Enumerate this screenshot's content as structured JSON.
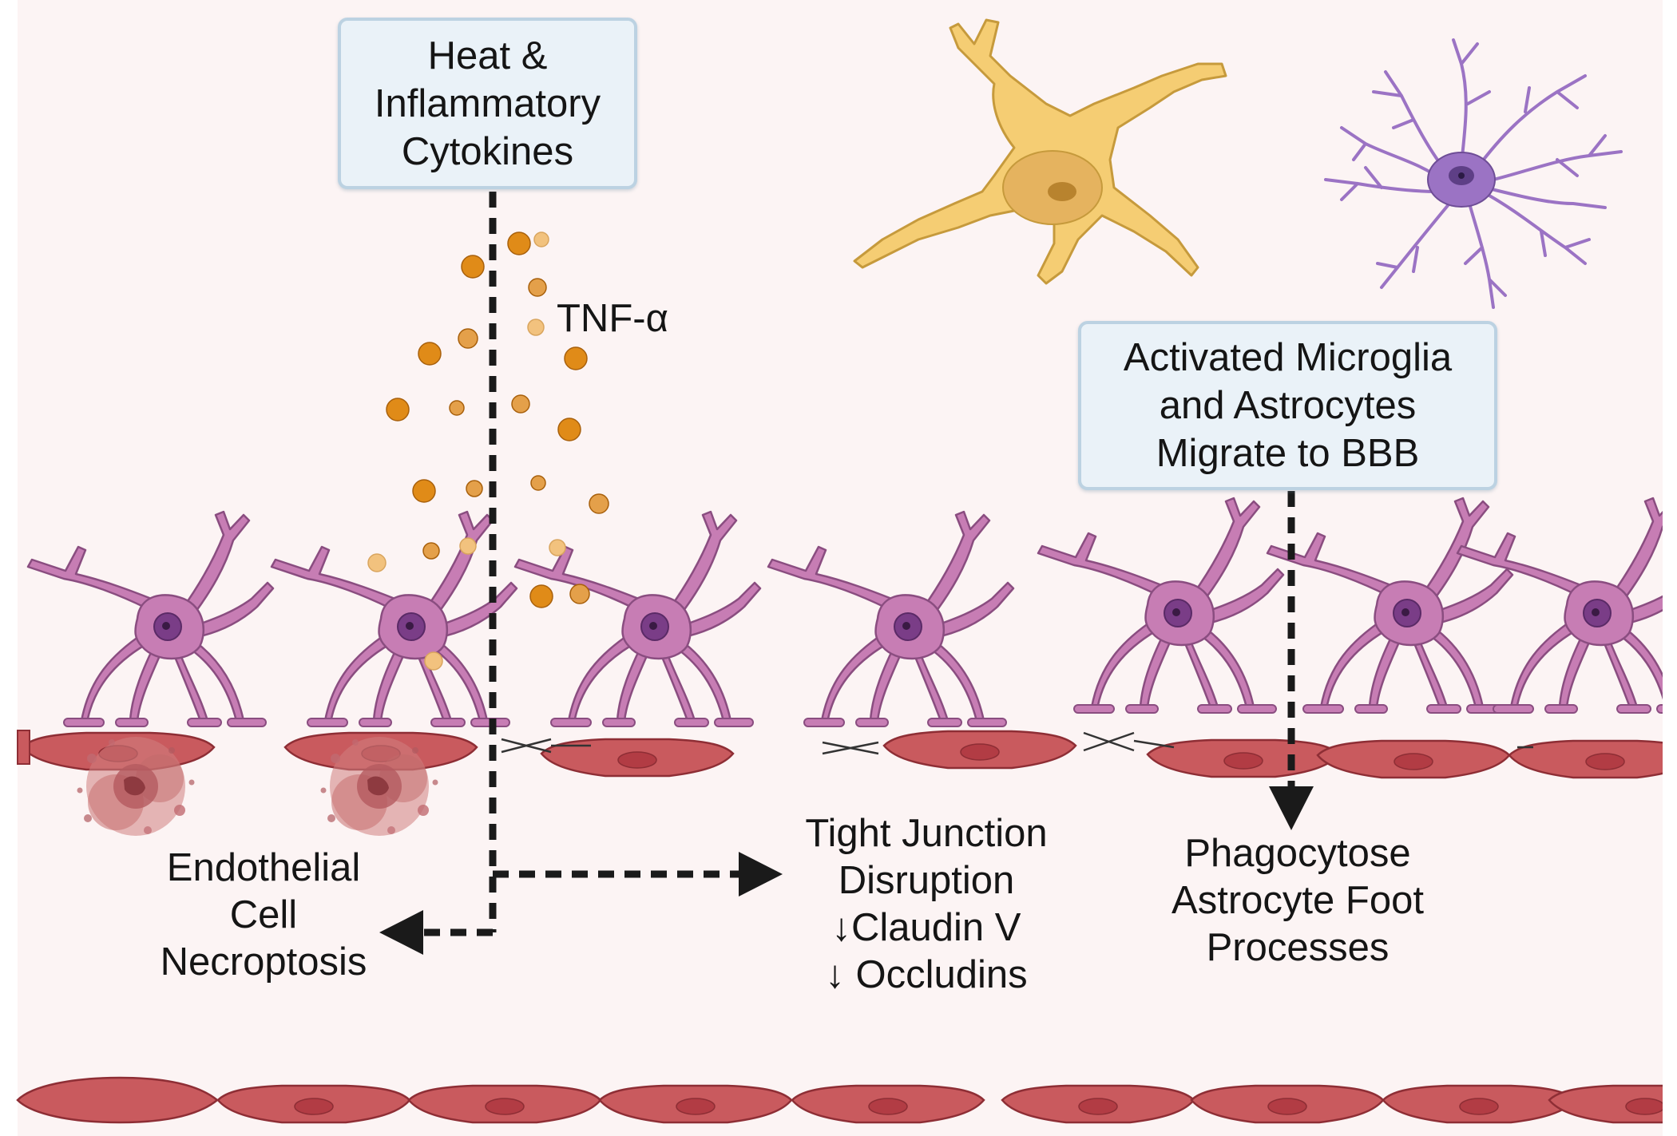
{
  "title_box": {
    "lines": [
      "Heat &",
      "Inflammatory",
      "Cytokines"
    ]
  },
  "cytokine_label": "TNF-α",
  "glia_box": {
    "lines": [
      "Activated Microglia",
      "and Astrocytes",
      "Migrate to BBB"
    ]
  },
  "outcome_necroptosis": {
    "lines": [
      "Endothelial",
      "Cell",
      "Necroptosis"
    ]
  },
  "outcome_tight_junction": {
    "lines": [
      "Tight Junction",
      "Disruption",
      "↓Claudin V",
      "↓ Occludins"
    ]
  },
  "outcome_phagocytose": {
    "lines": [
      "Phagocytose",
      "Astrocyte Foot",
      "Processes"
    ]
  },
  "colors": {
    "background": "#fcf4f4",
    "astrocyte": "#c77db4",
    "astrocyte_nucleus": "#7a3d87",
    "endothelial": "#c95a5e",
    "endothelial_nucleus": "#b23c44",
    "microglia": "#f5cd73",
    "star_astrocyte": "#9b73c4",
    "cytokine": "#e08b18",
    "label_box_fill": "#eaf2f8",
    "label_box_border": "#bcd2e2",
    "arrow": "#1a1a1a"
  }
}
